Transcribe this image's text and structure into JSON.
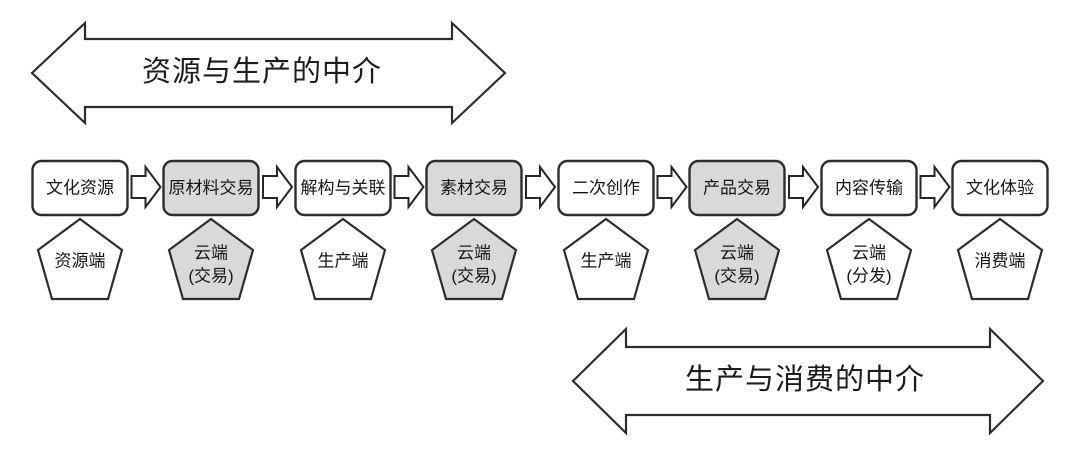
{
  "top_arrow": {
    "label": "资源与生产的中介"
  },
  "bottom_arrow": {
    "label": "生产与消费的中介"
  },
  "colors": {
    "shaded_fill": "#d9d9d9",
    "plain_fill": "#ffffff",
    "outline": "#2d2d2d",
    "text": "#1c1c1c"
  },
  "stations": [
    {
      "box_label": "文化资源",
      "box_fill": "#ffffff",
      "pentagon_line1": "资源端",
      "pentagon_line2": "",
      "pentagon_fill": "#ffffff"
    },
    {
      "box_label": "原材料交易",
      "box_fill": "#d9d9d9",
      "pentagon_line1": "云端",
      "pentagon_line2": "(交易)",
      "pentagon_fill": "#d9d9d9"
    },
    {
      "box_label": "解构与关联",
      "box_fill": "#ffffff",
      "pentagon_line1": "生产端",
      "pentagon_line2": "",
      "pentagon_fill": "#ffffff"
    },
    {
      "box_label": "素材交易",
      "box_fill": "#d9d9d9",
      "pentagon_line1": "云端",
      "pentagon_line2": "(交易)",
      "pentagon_fill": "#d9d9d9"
    },
    {
      "box_label": "二次创作",
      "box_fill": "#ffffff",
      "pentagon_line1": "生产端",
      "pentagon_line2": "",
      "pentagon_fill": "#ffffff"
    },
    {
      "box_label": "产品交易",
      "box_fill": "#d9d9d9",
      "pentagon_line1": "云端",
      "pentagon_line2": "(交易)",
      "pentagon_fill": "#d9d9d9"
    },
    {
      "box_label": "内容传输",
      "box_fill": "#ffffff",
      "pentagon_line1": "云端",
      "pentagon_line2": "(分发)",
      "pentagon_fill": "#ffffff"
    },
    {
      "box_label": "文化体验",
      "box_fill": "#ffffff",
      "pentagon_line1": "消费端",
      "pentagon_line2": "",
      "pentagon_fill": "#ffffff"
    }
  ]
}
